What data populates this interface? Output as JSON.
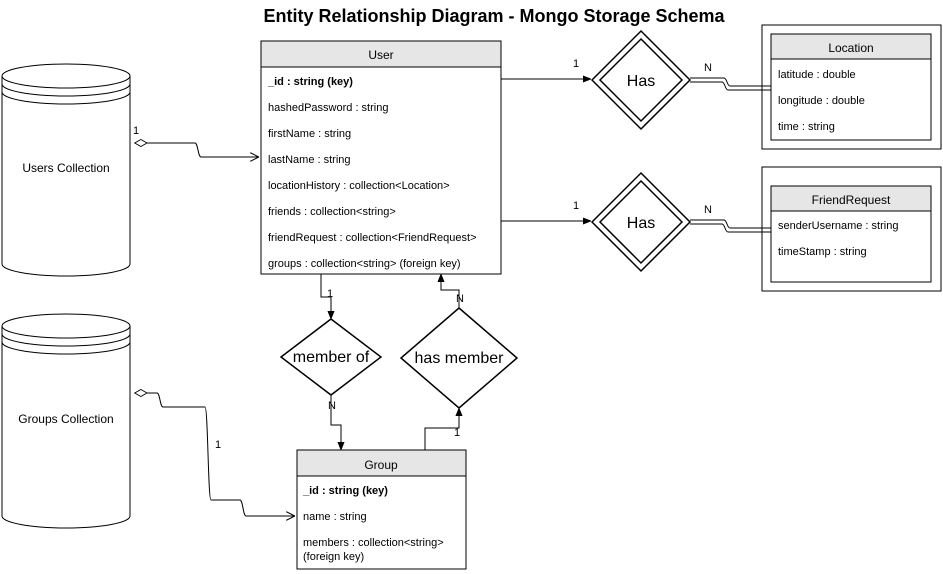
{
  "title": "Entity Relationship Diagram - Mongo Storage Schema",
  "collections": {
    "users": "Users Collection",
    "groups": "Groups Collection"
  },
  "entities": {
    "user": {
      "name": "User",
      "fields": [
        "_id : string (key)",
        "hashedPassword : string",
        "firstName : string",
        "lastName : string",
        "locationHistory : collection<Location>",
        "friends : collection<string>",
        "friendRequest : collection<FriendRequest>",
        "groups : collection<string> (foreign key)"
      ]
    },
    "location": {
      "name": "Location",
      "fields": [
        "latitude : double",
        "longitude : double",
        "time : string"
      ]
    },
    "friend_request": {
      "name": "FriendRequest",
      "fields": [
        "senderUsername : string",
        "timeStamp : string"
      ]
    },
    "group": {
      "name": "Group",
      "fields": [
        "_id : string (key)",
        "name : string",
        "members : collection<string>",
        "(foreign key)"
      ]
    }
  },
  "relationships": {
    "has_location": "Has",
    "has_friend_request": "Has",
    "member_of": "member of",
    "has_member": "has member"
  },
  "cardinalities": {
    "users_user": "1",
    "user_has_location": "1",
    "has_location_location": "N",
    "user_has_friend_request": "1",
    "has_friend_request_fr": "N",
    "user_member_of": "1",
    "member_of_group": "N",
    "has_member_user": "N",
    "group_has_member": "1",
    "groups_group": "1"
  },
  "colors": {
    "header_fill": "#e6e6e6",
    "stroke": "#000000",
    "background": "#ffffff"
  }
}
